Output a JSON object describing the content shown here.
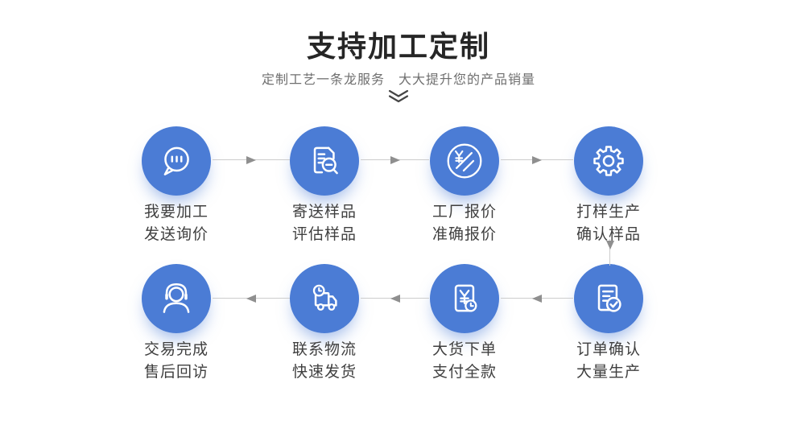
{
  "header": {
    "title": "支持加工定制",
    "subtitle": "定制工艺一条龙服务　大大提升您的产品销量",
    "chevron_icon": "double-chevron-down-icon"
  },
  "colors": {
    "circle_fill": "#4b7cd5",
    "icon_stroke": "#ffffff",
    "arrow_line": "#cccccc",
    "arrow_head": "#8f8f8f",
    "title_text": "#262626",
    "subtitle_text": "#6f6f6f",
    "label_text": "#3f3f3f",
    "background": "#ffffff"
  },
  "steps": [
    {
      "icon": "chat-bubble-icon",
      "label_line1": "我要加工",
      "label_line2": "发送询价"
    },
    {
      "icon": "document-search-icon",
      "label_line1": "寄送样品",
      "label_line2": "评估样品"
    },
    {
      "icon": "price-quote-icon",
      "label_line1": "工厂报价",
      "label_line2": "准确报价"
    },
    {
      "icon": "gear-icon",
      "label_line1": "打样生产",
      "label_line2": "确认样品"
    },
    {
      "icon": "order-confirm-icon",
      "label_line1": "订单确认",
      "label_line2": "大量生产"
    },
    {
      "icon": "payment-icon",
      "label_line1": "大货下单",
      "label_line2": "支付全款"
    },
    {
      "icon": "delivery-truck-icon",
      "label_line1": "联系物流",
      "label_line2": "快速发货"
    },
    {
      "icon": "customer-service-icon",
      "label_line1": "交易完成",
      "label_line2": "售后回访"
    }
  ]
}
